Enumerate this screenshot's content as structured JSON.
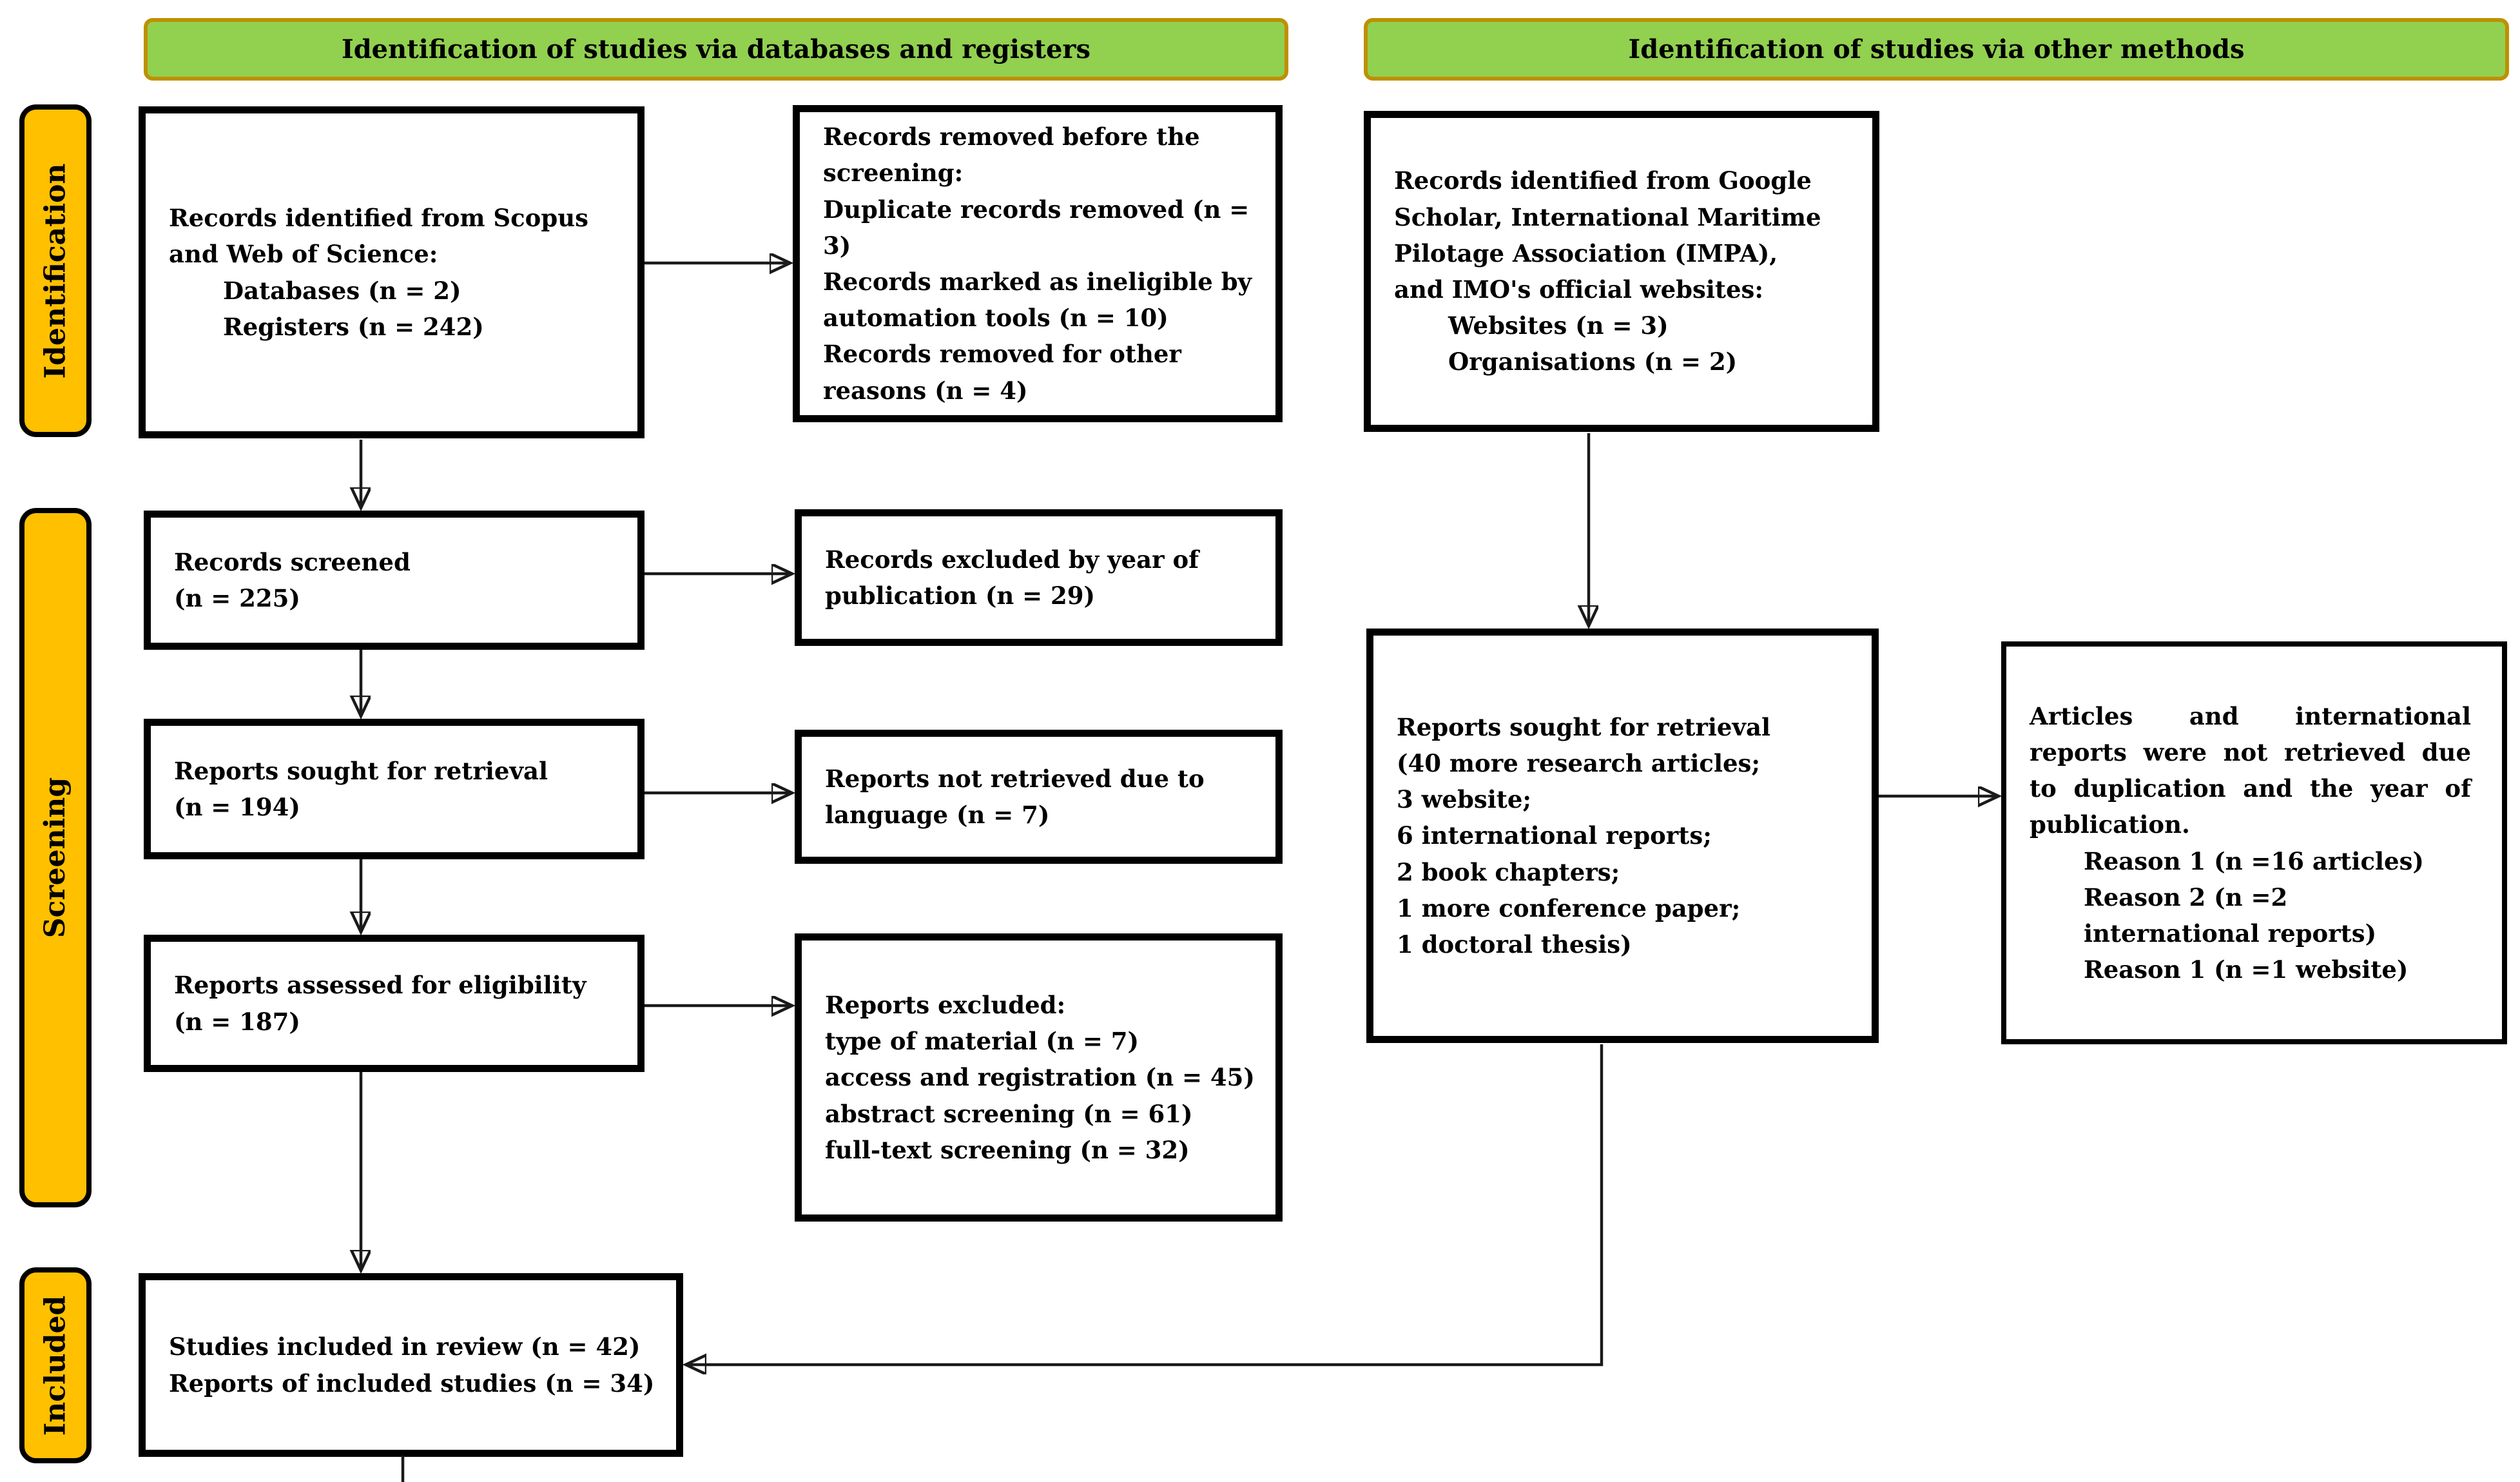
{
  "colors": {
    "green_fill": "#92D050",
    "green_border": "#BF9000",
    "amber_fill": "#FFC000",
    "box_border": "#000000",
    "arrow": "#1a1a1a",
    "page_bg": "#FFFFFF"
  },
  "headers": {
    "databases": "Identification of studies via databases and registers",
    "other": "Identification of studies via other methods"
  },
  "stages": {
    "identification": "Identification",
    "screening": "Screening",
    "included": "Included"
  },
  "boxes": {
    "records_identified": {
      "lines": [
        "Records identified from Scopus",
        "and Web of Science:"
      ],
      "sub_lines": [
        "Databases (n = 2)",
        "Registers (n = 242)"
      ]
    },
    "records_removed": {
      "lines": [
        "Records removed before the",
        "screening:",
        "Duplicate records removed (n = 3)",
        "Records marked as ineligible by",
        "automation tools (n = 10)",
        "Records removed for other",
        "reasons (n = 4)"
      ]
    },
    "google_identified": {
      "lines": [
        "Records identified from Google",
        "Scholar, International Maritime",
        "Pilotage Association (IMPA),",
        "and IMO's official websites:"
      ],
      "sub_lines": [
        "Websites (n = 3)",
        "Organisations (n = 2)"
      ]
    },
    "records_screened": {
      "lines": [
        "Records screened",
        "(n = 225)"
      ]
    },
    "records_excluded_year": {
      "lines": [
        "Records excluded by year of",
        "publication (n = 29)"
      ]
    },
    "reports_sought": {
      "lines": [
        "Reports sought for retrieval",
        "(n = 194)"
      ]
    },
    "reports_not_retrieved": {
      "lines": [
        "Reports not retrieved due to",
        "language (n = 7)"
      ]
    },
    "reports_assessed": {
      "lines": [
        "Reports assessed for eligibility",
        "(n = 187)"
      ]
    },
    "reports_excluded": {
      "lines": [
        "Reports excluded:",
        "type of material (n = 7)",
        "access and registration (n = 45)",
        "abstract screening (n = 61)",
        "full-text screening (n = 32)"
      ]
    },
    "reports_sought_other": {
      "lines": [
        "Reports sought for retrieval",
        "(40 more research articles;",
        "3 website;",
        "6 international reports;",
        "2 book chapters;",
        "1 more conference paper;",
        "1 doctoral thesis)"
      ]
    },
    "articles_not_retrieved": {
      "paragraph": "Articles and international reports were not retrieved due to duplication and the year of publication.",
      "sub_lines": [
        "Reason 1 (n =16 articles)",
        "Reason 2 (n =2 international reports)",
        "Reason 1 (n =1 website)"
      ]
    },
    "studies_included": {
      "lines": [
        "Studies included in review (n = 42)",
        "Reports of included studies (n = 34)"
      ]
    }
  }
}
